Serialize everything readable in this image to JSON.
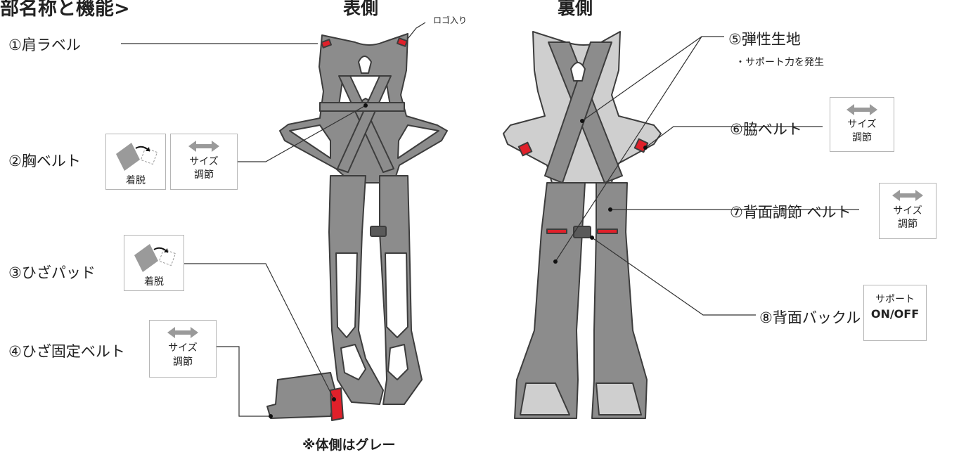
{
  "page_title": "部名称と機能>",
  "front_title": "表側",
  "back_title": "裏側",
  "logo_note": "ロゴ入り",
  "parts": [
    {
      "label": "①肩ラベル"
    },
    {
      "label": "②胸ベルト"
    },
    {
      "label": "③ひざパッド"
    },
    {
      "label": "④ひざ固定ベルト"
    },
    {
      "label": "⑤弾性生地",
      "sub": "・サポート力を発生"
    },
    {
      "label": "⑥脇ベルト"
    },
    {
      "label": "⑦背面調節 ベルト"
    },
    {
      "label": "⑧背面バックル"
    }
  ],
  "icons": {
    "size_caption_1": "サイズ",
    "size_caption_2": "調節",
    "detach_caption": "着脱",
    "support_top": "サポート",
    "support_main": "ON/OFF"
  },
  "footnote": "※体側はグレー",
  "colors": {
    "suit_fill": "#8c8c8c",
    "suit_light": "#cfcfcf",
    "outline": "#3d3d3d",
    "accent_red": "#e0202a",
    "icon_gray": "#9a9a9a"
  }
}
